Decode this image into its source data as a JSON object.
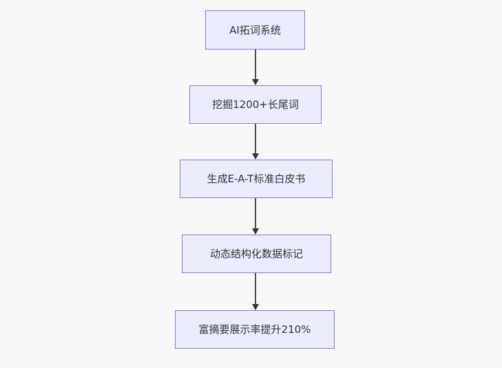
{
  "diagram": {
    "type": "flowchart",
    "direction": "top-down",
    "nodes": [
      {
        "label": "AI拓词系统"
      },
      {
        "label": "挖掘1200+长尾词"
      },
      {
        "label": "生成E-A-T标准白皮书"
      },
      {
        "label": "动态结构化数据标记"
      },
      {
        "label": "富摘要展示率提升210%"
      }
    ],
    "edges": [
      {
        "from": 0,
        "to": 1
      },
      {
        "from": 1,
        "to": 2
      },
      {
        "from": 2,
        "to": 3
      },
      {
        "from": 3,
        "to": 4
      }
    ],
    "colors": {
      "background": "#f8f8f8",
      "node_fill": "#ECECFF",
      "node_border": "#9370DB",
      "node_text": "#333333",
      "edge": "#333333"
    }
  }
}
